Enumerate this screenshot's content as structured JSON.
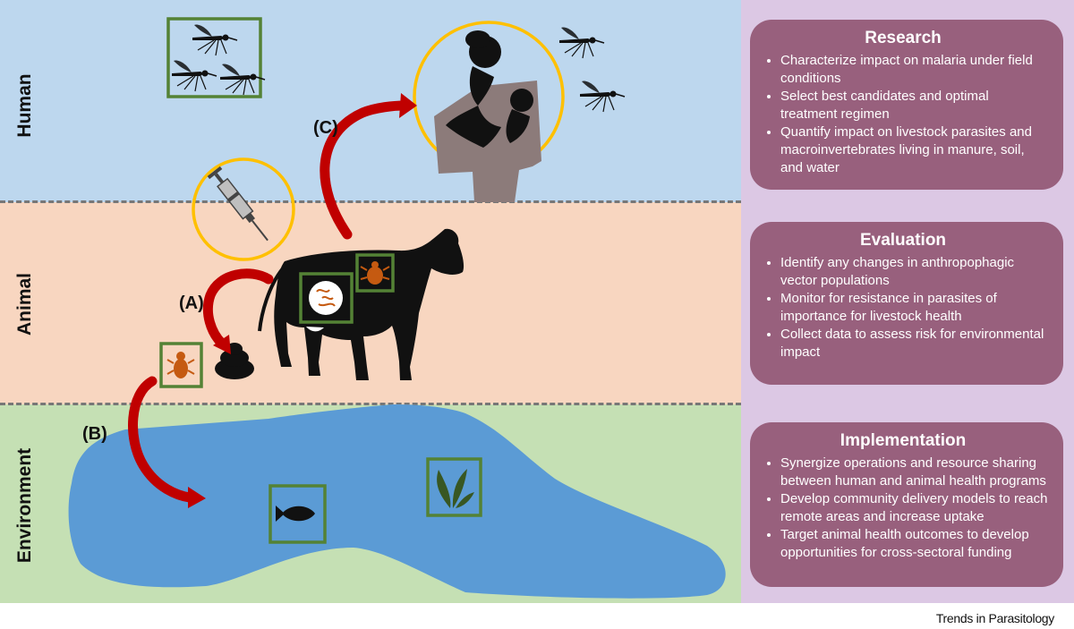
{
  "bands": {
    "human": "Human",
    "animal": "Animal",
    "environment": "Environment"
  },
  "pathways": {
    "a": "(A)",
    "b": "(B)",
    "c": "(C)"
  },
  "cards": [
    {
      "title": "Research",
      "items": [
        "Characterize impact on malaria under field conditions",
        "Select best candidates and optimal treatment regimen",
        "Quantify impact on livestock parasites and macroinvertebrates living in manure, soil, and water"
      ]
    },
    {
      "title": "Evaluation",
      "items": [
        "Identify any changes in anthropophagic vector populations",
        "Monitor for resistance in parasites of importance for livestock health",
        "Collect data to assess risk for environmental impact"
      ]
    },
    {
      "title": "Implementation",
      "items": [
        "Synergize operations and resource sharing between human and animal health programs",
        "Develop community delivery models to reach remote areas and increase uptake",
        "Target animal health outcomes to develop opportunities for cross-sectoral funding"
      ]
    }
  ],
  "footer": "Trends in Parasitology",
  "colors": {
    "human_band": "#bdd7ee",
    "animal_band": "#f8d6c0",
    "environment_band": "#c5e0b4",
    "water": "#5b9bd5",
    "card": "#98607d",
    "panel": "#dcc8e4",
    "arrow": "#c00000",
    "green_frame": "#548235",
    "gold_circle": "#ffc000"
  }
}
